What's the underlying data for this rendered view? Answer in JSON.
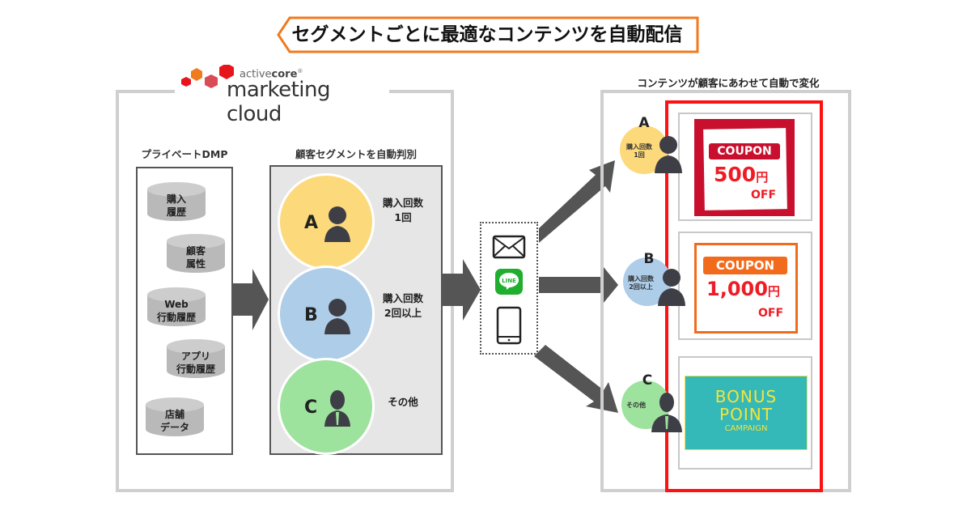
{
  "title": "セグメントごとに最適なコンテンツを自動配信",
  "logo": {
    "brand_small_prefix": "active",
    "brand_small_suffix": "core",
    "registered_mark": "®",
    "brand_big": "marketing cloud"
  },
  "colors": {
    "banner_border": "#f07a1e",
    "hex_red": "#e8141c",
    "hex_orange": "#f07a1e",
    "hex_pink": "#d94b55",
    "frame_gray": "#cfcfcf",
    "arrow_gray": "#555555",
    "segment_a": "#fcd97a",
    "segment_b": "#aecde9",
    "segment_c": "#9de29d",
    "red_frame": "#ff1111",
    "coupon_red": "#c8102e",
    "coupon_orange": "#f26b1d",
    "bonus_teal": "#35b8b8",
    "bonus_yellow": "#f5e33c",
    "line_green": "#1fae2e"
  },
  "dmp": {
    "label": "プライベートDMP",
    "databases": [
      {
        "line1": "購入",
        "line2": "履歴"
      },
      {
        "line1": "顧客",
        "line2": "属性"
      },
      {
        "line1": "Web",
        "line2": "行動履歴"
      },
      {
        "line1": "アプリ",
        "line2": "行動履歴"
      },
      {
        "line1": "店舗",
        "line2": "データ"
      }
    ]
  },
  "segmentation": {
    "label": "顧客セグメントを自動判別",
    "segments": [
      {
        "letter": "A",
        "desc1": "購入回数",
        "desc2": "1回"
      },
      {
        "letter": "B",
        "desc1": "購入回数",
        "desc2": "2回以上"
      },
      {
        "letter": "C",
        "desc1": "その他",
        "desc2": ""
      }
    ]
  },
  "channels": [
    {
      "icon": "mail-icon"
    },
    {
      "icon": "line-app-icon",
      "label": "LINE"
    },
    {
      "icon": "smartphone-icon"
    }
  ],
  "delivery": {
    "label": "コンテンツが顧客にあわせて自動で変化",
    "targets": [
      {
        "letter": "A",
        "desc1": "購入回数",
        "desc2": "1回"
      },
      {
        "letter": "B",
        "desc1": "購入回数",
        "desc2": "2回以上"
      },
      {
        "letter": "C",
        "desc1": "その他",
        "desc2": ""
      }
    ],
    "contents": [
      {
        "badge": "COUPON",
        "amount": "500",
        "unit": "円",
        "suffix": "OFF"
      },
      {
        "badge": "COUPON",
        "amount": "1,000",
        "unit": "円",
        "suffix": "OFF"
      },
      {
        "line1": "BONUS",
        "line2": "POINT",
        "line3": "CAMPAIGN"
      }
    ]
  }
}
